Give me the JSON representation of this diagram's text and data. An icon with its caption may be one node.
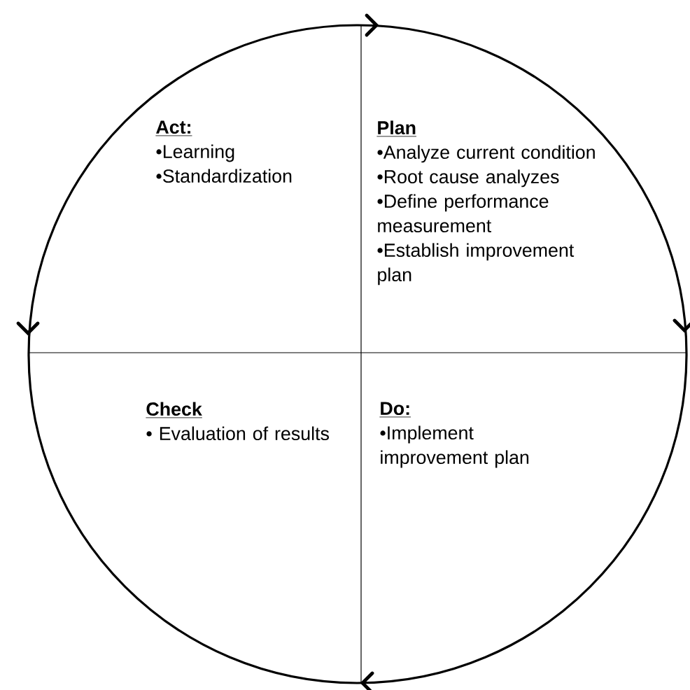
{
  "diagram": {
    "nodes": [
      {
        "text": [
          "Act:",
          "•Learning",
          "•Standardization"
        ]
      },
      {
        "text": [
          "Plan",
          "•Analyze current condition",
          "•Root cause analyzes",
          "•Define performance measurement",
          "•Establish improvement plan"
        ]
      },
      {
        "text": [
          "Check",
          "• Evaluation of results"
        ]
      },
      {
        "text": [
          "Do:",
          "•Implement improvement plan"
        ]
      }
    ]
  }
}
